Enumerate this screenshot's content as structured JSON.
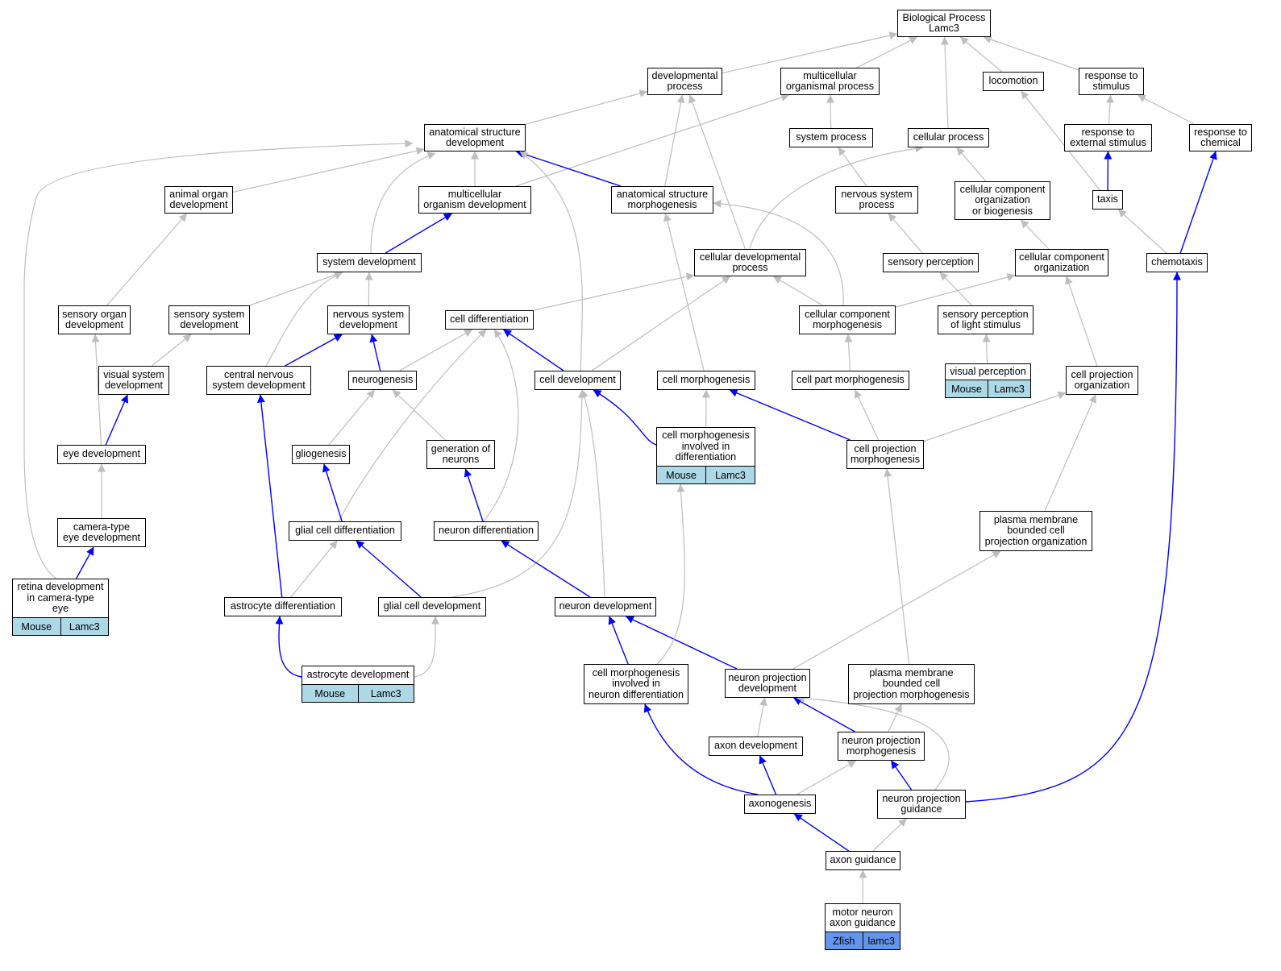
{
  "diagram": {
    "colors": {
      "gray_edge": "#bebebe",
      "blue_edge": "#0000ff",
      "mouse_tag": "#add8e6",
      "zfish_tag": "#6495ed"
    },
    "nodes": {
      "bp": {
        "label": "Biological Process\nLamc3"
      },
      "devproc": {
        "label": "developmental\nprocess"
      },
      "multiorg": {
        "label": "multicellular\norganismal process"
      },
      "locomotion": {
        "label": "locomotion"
      },
      "resp_stim": {
        "label": "response to\nstimulus"
      },
      "asd": {
        "label": "anatomical structure\ndevelopment"
      },
      "sysproc": {
        "label": "system process"
      },
      "cellproc": {
        "label": "cellular process"
      },
      "resp_ext": {
        "label": "response to\nexternal stimulus"
      },
      "resp_chem": {
        "label": "response to\nchemical"
      },
      "animal_organ": {
        "label": "animal organ\ndevelopment"
      },
      "multi_dev": {
        "label": "multicellular\norganism development"
      },
      "asm": {
        "label": "anatomical structure\nmorphogenesis"
      },
      "nsp": {
        "label": "nervous system\nprocess"
      },
      "ccob": {
        "label": "cellular component\norganization\nor biogenesis"
      },
      "taxis": {
        "label": "taxis"
      },
      "sysdev": {
        "label": "system development"
      },
      "celldevproc": {
        "label": "cellular developmental\nprocess"
      },
      "sensperc": {
        "label": "sensory perception"
      },
      "cco": {
        "label": "cellular component\norganization"
      },
      "chemotaxis": {
        "label": "chemotaxis"
      },
      "sens_organ": {
        "label": "sensory organ\ndevelopment"
      },
      "sens_sys": {
        "label": "sensory system\ndevelopment"
      },
      "nsd": {
        "label": "nervous system\ndevelopment"
      },
      "celldiff": {
        "label": "cell differentiation"
      },
      "ccm": {
        "label": "cellular component\nmorphogenesis"
      },
      "spls": {
        "label": "sensory perception\nof light stimulus"
      },
      "vis_sys": {
        "label": "visual system\ndevelopment"
      },
      "cnsd": {
        "label": "central nervous\nsystem development"
      },
      "neurogenesis": {
        "label": "neurogenesis"
      },
      "celldev": {
        "label": "cell development"
      },
      "cellmorph": {
        "label": "cell morphogenesis"
      },
      "cpm_part": {
        "label": "cell part morphogenesis"
      },
      "visperc": {
        "label": "visual perception",
        "tags": [
          "Mouse",
          "Lamc3"
        ]
      },
      "cpo": {
        "label": "cell projection\norganization"
      },
      "eyedev": {
        "label": "eye development"
      },
      "gliogenesis": {
        "label": "gliogenesis"
      },
      "genneurons": {
        "label": "generation of\nneurons"
      },
      "cmid": {
        "label": "cell morphogenesis\ninvolved in\ndifferentiation",
        "tags": [
          "Mouse",
          "Lamc3"
        ]
      },
      "cprojmorph": {
        "label": "cell projection\nmorphogenesis"
      },
      "camera_eye": {
        "label": "camera-type\neye development"
      },
      "glialdiff": {
        "label": "glial cell differentiation"
      },
      "neurondiff": {
        "label": "neuron differentiation"
      },
      "pmbcpo": {
        "label": "plasma membrane\nbounded cell\nprojection organization"
      },
      "retina": {
        "label": "retina development\nin camera-type\neye",
        "tags": [
          "Mouse",
          "Lamc3"
        ]
      },
      "astrodiff": {
        "label": "astrocyte differentiation"
      },
      "glialdev": {
        "label": "glial cell development"
      },
      "neurondev": {
        "label": "neuron development"
      },
      "astrodev": {
        "label": "astrocyte development",
        "tags": [
          "Mouse",
          "Lamc3"
        ]
      },
      "cmind": {
        "label": "cell morphogenesis\ninvolved in\nneuron differentiation"
      },
      "npd": {
        "label": "neuron projection\ndevelopment"
      },
      "pmbcpm": {
        "label": "plasma membrane\nbounded cell\nprojection morphogenesis"
      },
      "axondev": {
        "label": "axon development"
      },
      "npm": {
        "label": "neuron projection\nmorphogenesis"
      },
      "axonogenesis": {
        "label": "axonogenesis"
      },
      "npg": {
        "label": "neuron projection\nguidance"
      },
      "axonguid": {
        "label": "axon guidance"
      },
      "motor": {
        "label": "motor neuron\naxon guidance",
        "tags": [
          "Zfish",
          "lamc3"
        ]
      }
    },
    "edges": [
      [
        "devproc",
        "bp",
        "gray"
      ],
      [
        "multiorg",
        "bp",
        "gray"
      ],
      [
        "locomotion",
        "bp",
        "gray"
      ],
      [
        "resp_stim",
        "bp",
        "gray"
      ],
      [
        "cellproc",
        "bp",
        "gray"
      ],
      [
        "asd",
        "devproc",
        "gray"
      ],
      [
        "asm",
        "devproc",
        "gray"
      ],
      [
        "celldevproc",
        "devproc",
        "gray"
      ],
      [
        "multi_dev",
        "multiorg",
        "gray"
      ],
      [
        "sysproc",
        "multiorg",
        "gray"
      ],
      [
        "taxis",
        "locomotion",
        "gray"
      ],
      [
        "resp_ext",
        "resp_stim",
        "gray"
      ],
      [
        "resp_chem",
        "resp_stim",
        "gray"
      ],
      [
        "taxis",
        "resp_ext",
        "blue"
      ],
      [
        "chemotaxis",
        "resp_chem",
        "blue"
      ],
      [
        "chemotaxis",
        "taxis",
        "gray"
      ],
      [
        "animal_organ",
        "asd",
        "gray"
      ],
      [
        "multi_dev",
        "asd",
        "gray"
      ],
      [
        "asm",
        "asd",
        "blue"
      ],
      [
        "sysdev",
        "asd",
        "gray"
      ],
      [
        "retina",
        "asd",
        "gray"
      ],
      [
        "celldev",
        "asd",
        "gray"
      ],
      [
        "nsp",
        "sysproc",
        "gray"
      ],
      [
        "sensperc",
        "nsp",
        "gray"
      ],
      [
        "spls",
        "sensperc",
        "gray"
      ],
      [
        "visperc",
        "spls",
        "gray"
      ],
      [
        "ccob",
        "cellproc",
        "gray"
      ],
      [
        "celldevproc",
        "cellproc",
        "gray"
      ],
      [
        "cco",
        "ccob",
        "gray"
      ],
      [
        "ccm",
        "cco",
        "gray"
      ],
      [
        "cpo",
        "cco",
        "gray"
      ],
      [
        "sysdev",
        "multi_dev",
        "blue"
      ],
      [
        "sens_organ",
        "animal_organ",
        "gray"
      ],
      [
        "cellmorph",
        "asm",
        "gray"
      ],
      [
        "ccm",
        "asm",
        "gray"
      ],
      [
        "sens_sys",
        "sysdev",
        "gray"
      ],
      [
        "nsd",
        "sysdev",
        "gray"
      ],
      [
        "cnsd",
        "sysdev",
        "gray"
      ],
      [
        "celldiff",
        "celldevproc",
        "gray"
      ],
      [
        "celldev",
        "celldevproc",
        "gray"
      ],
      [
        "ccm",
        "celldevproc",
        "gray"
      ],
      [
        "cpm_part",
        "ccm",
        "gray"
      ],
      [
        "vis_sys",
        "sens_sys",
        "gray"
      ],
      [
        "eyedev",
        "sens_organ",
        "gray"
      ],
      [
        "eyedev",
        "vis_sys",
        "blue"
      ],
      [
        "camera_eye",
        "eyedev",
        "gray"
      ],
      [
        "retina",
        "camera_eye",
        "blue"
      ],
      [
        "cnsd",
        "nsd",
        "blue"
      ],
      [
        "neurogenesis",
        "nsd",
        "blue"
      ],
      [
        "neurogenesis",
        "celldiff",
        "gray"
      ],
      [
        "celldev",
        "celldiff",
        "blue"
      ],
      [
        "glialdiff",
        "celldiff",
        "gray"
      ],
      [
        "neurondiff",
        "celldiff",
        "gray"
      ],
      [
        "gliogenesis",
        "neurogenesis",
        "gray"
      ],
      [
        "genneurons",
        "neurogenesis",
        "gray"
      ],
      [
        "glialdiff",
        "gliogenesis",
        "blue"
      ],
      [
        "neurondiff",
        "genneurons",
        "blue"
      ],
      [
        "cmid",
        "celldev",
        "blue"
      ],
      [
        "neurondev",
        "celldev",
        "gray"
      ],
      [
        "glialdev",
        "celldev",
        "gray"
      ],
      [
        "cmid",
        "cellmorph",
        "gray"
      ],
      [
        "cprojmorph",
        "cellmorph",
        "blue"
      ],
      [
        "cprojmorph",
        "cpm_part",
        "gray"
      ],
      [
        "cprojmorph",
        "cpo",
        "gray"
      ],
      [
        "pmbcpo",
        "cpo",
        "gray"
      ],
      [
        "astrodiff",
        "cnsd",
        "blue"
      ],
      [
        "astrodiff",
        "glialdiff",
        "gray"
      ],
      [
        "glialdev",
        "glialdiff",
        "blue"
      ],
      [
        "astrodev",
        "astrodiff",
        "blue"
      ],
      [
        "astrodev",
        "glialdev",
        "gray"
      ],
      [
        "neurondev",
        "neurondiff",
        "blue"
      ],
      [
        "cmind",
        "neurondev",
        "blue"
      ],
      [
        "npd",
        "neurondev",
        "blue"
      ],
      [
        "cmind",
        "cmid",
        "gray"
      ],
      [
        "npd",
        "pmbcpo",
        "gray"
      ],
      [
        "pmbcpm",
        "cprojmorph",
        "gray"
      ],
      [
        "axondev",
        "npd",
        "gray"
      ],
      [
        "npm",
        "npd",
        "blue"
      ],
      [
        "npg",
        "npd",
        "gray"
      ],
      [
        "npm",
        "pmbcpm",
        "gray"
      ],
      [
        "axonogenesis",
        "axondev",
        "blue"
      ],
      [
        "axonogenesis",
        "npm",
        "gray"
      ],
      [
        "axonogenesis",
        "cmind",
        "blue"
      ],
      [
        "npg",
        "npm",
        "blue"
      ],
      [
        "npg",
        "chemotaxis",
        "blue"
      ],
      [
        "axonguid",
        "axonogenesis",
        "blue"
      ],
      [
        "axonguid",
        "npg",
        "gray"
      ],
      [
        "motor",
        "axonguid",
        "gray"
      ]
    ]
  }
}
